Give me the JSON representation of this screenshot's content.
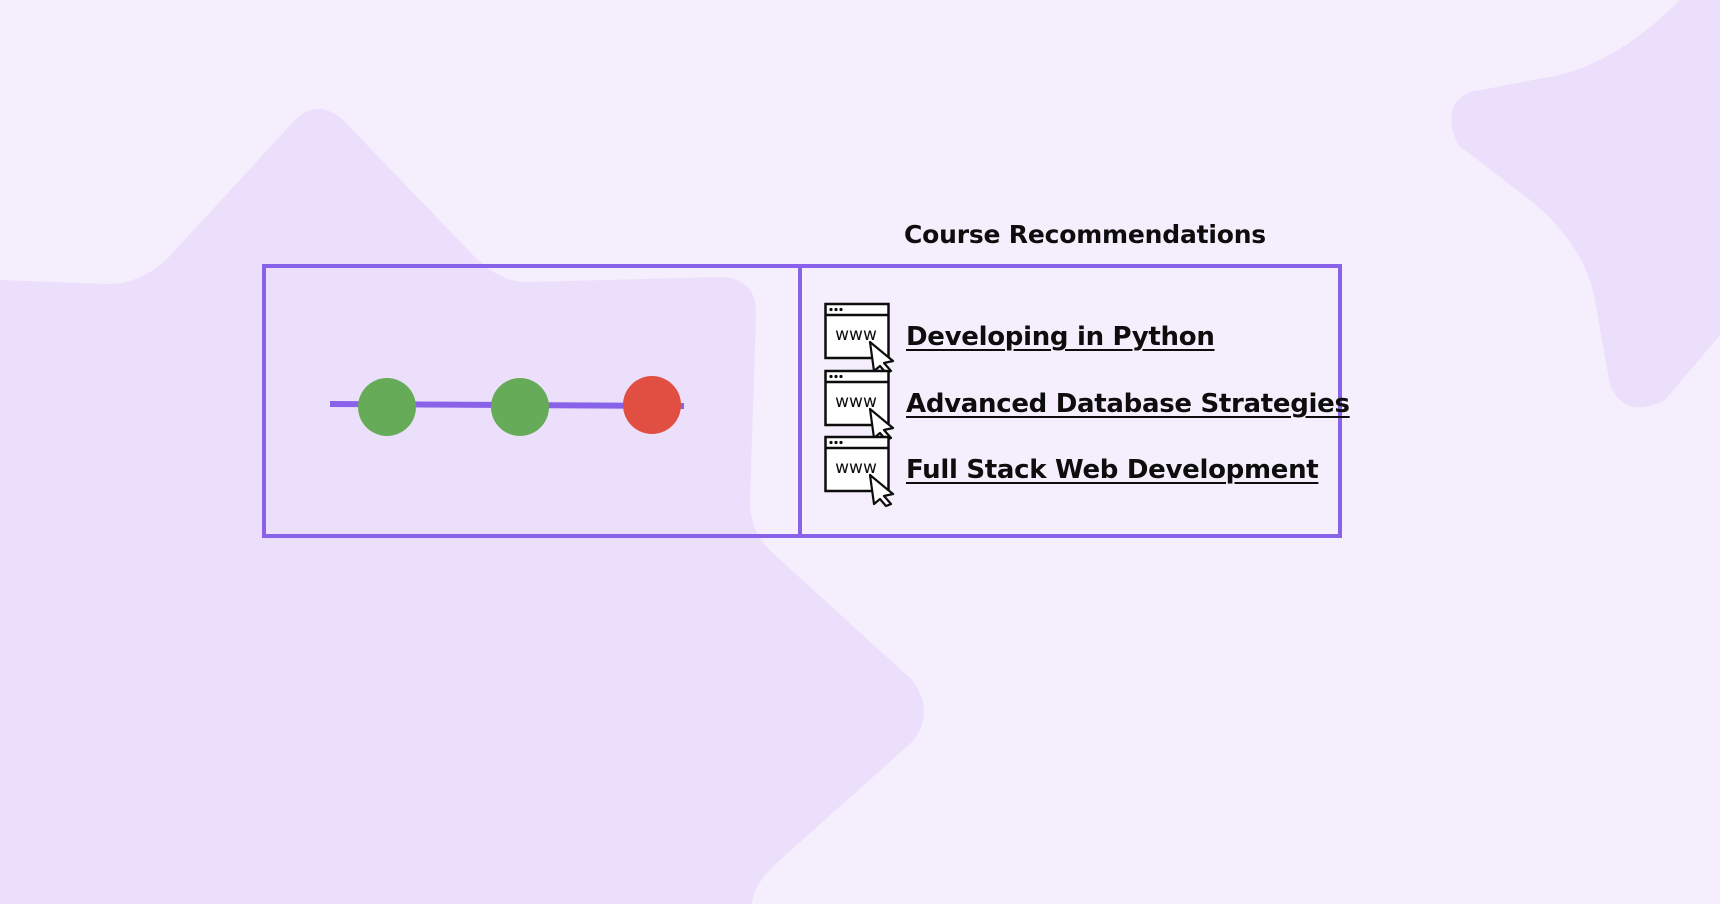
{
  "colors": {
    "background": "#f4eefd",
    "background_shape": "#ecdffb",
    "border": "#8863ea",
    "step_complete": "#66ab57",
    "step_current": "#e14f42",
    "track": "#8863ea"
  },
  "progress": {
    "steps": [
      {
        "status": "complete",
        "color": "#66ab57"
      },
      {
        "status": "complete",
        "color": "#66ab57"
      },
      {
        "status": "current",
        "color": "#e14f42"
      }
    ]
  },
  "recommendations": {
    "title": "Course Recommendations",
    "courses": [
      {
        "label": "Developing in Python",
        "icon": "web-click-icon",
        "icon_text": "www"
      },
      {
        "label": "Advanced Database Strategies",
        "icon": "web-click-icon",
        "icon_text": "www"
      },
      {
        "label": "Full Stack Web Development",
        "icon": "web-click-icon",
        "icon_text": "www"
      }
    ]
  }
}
